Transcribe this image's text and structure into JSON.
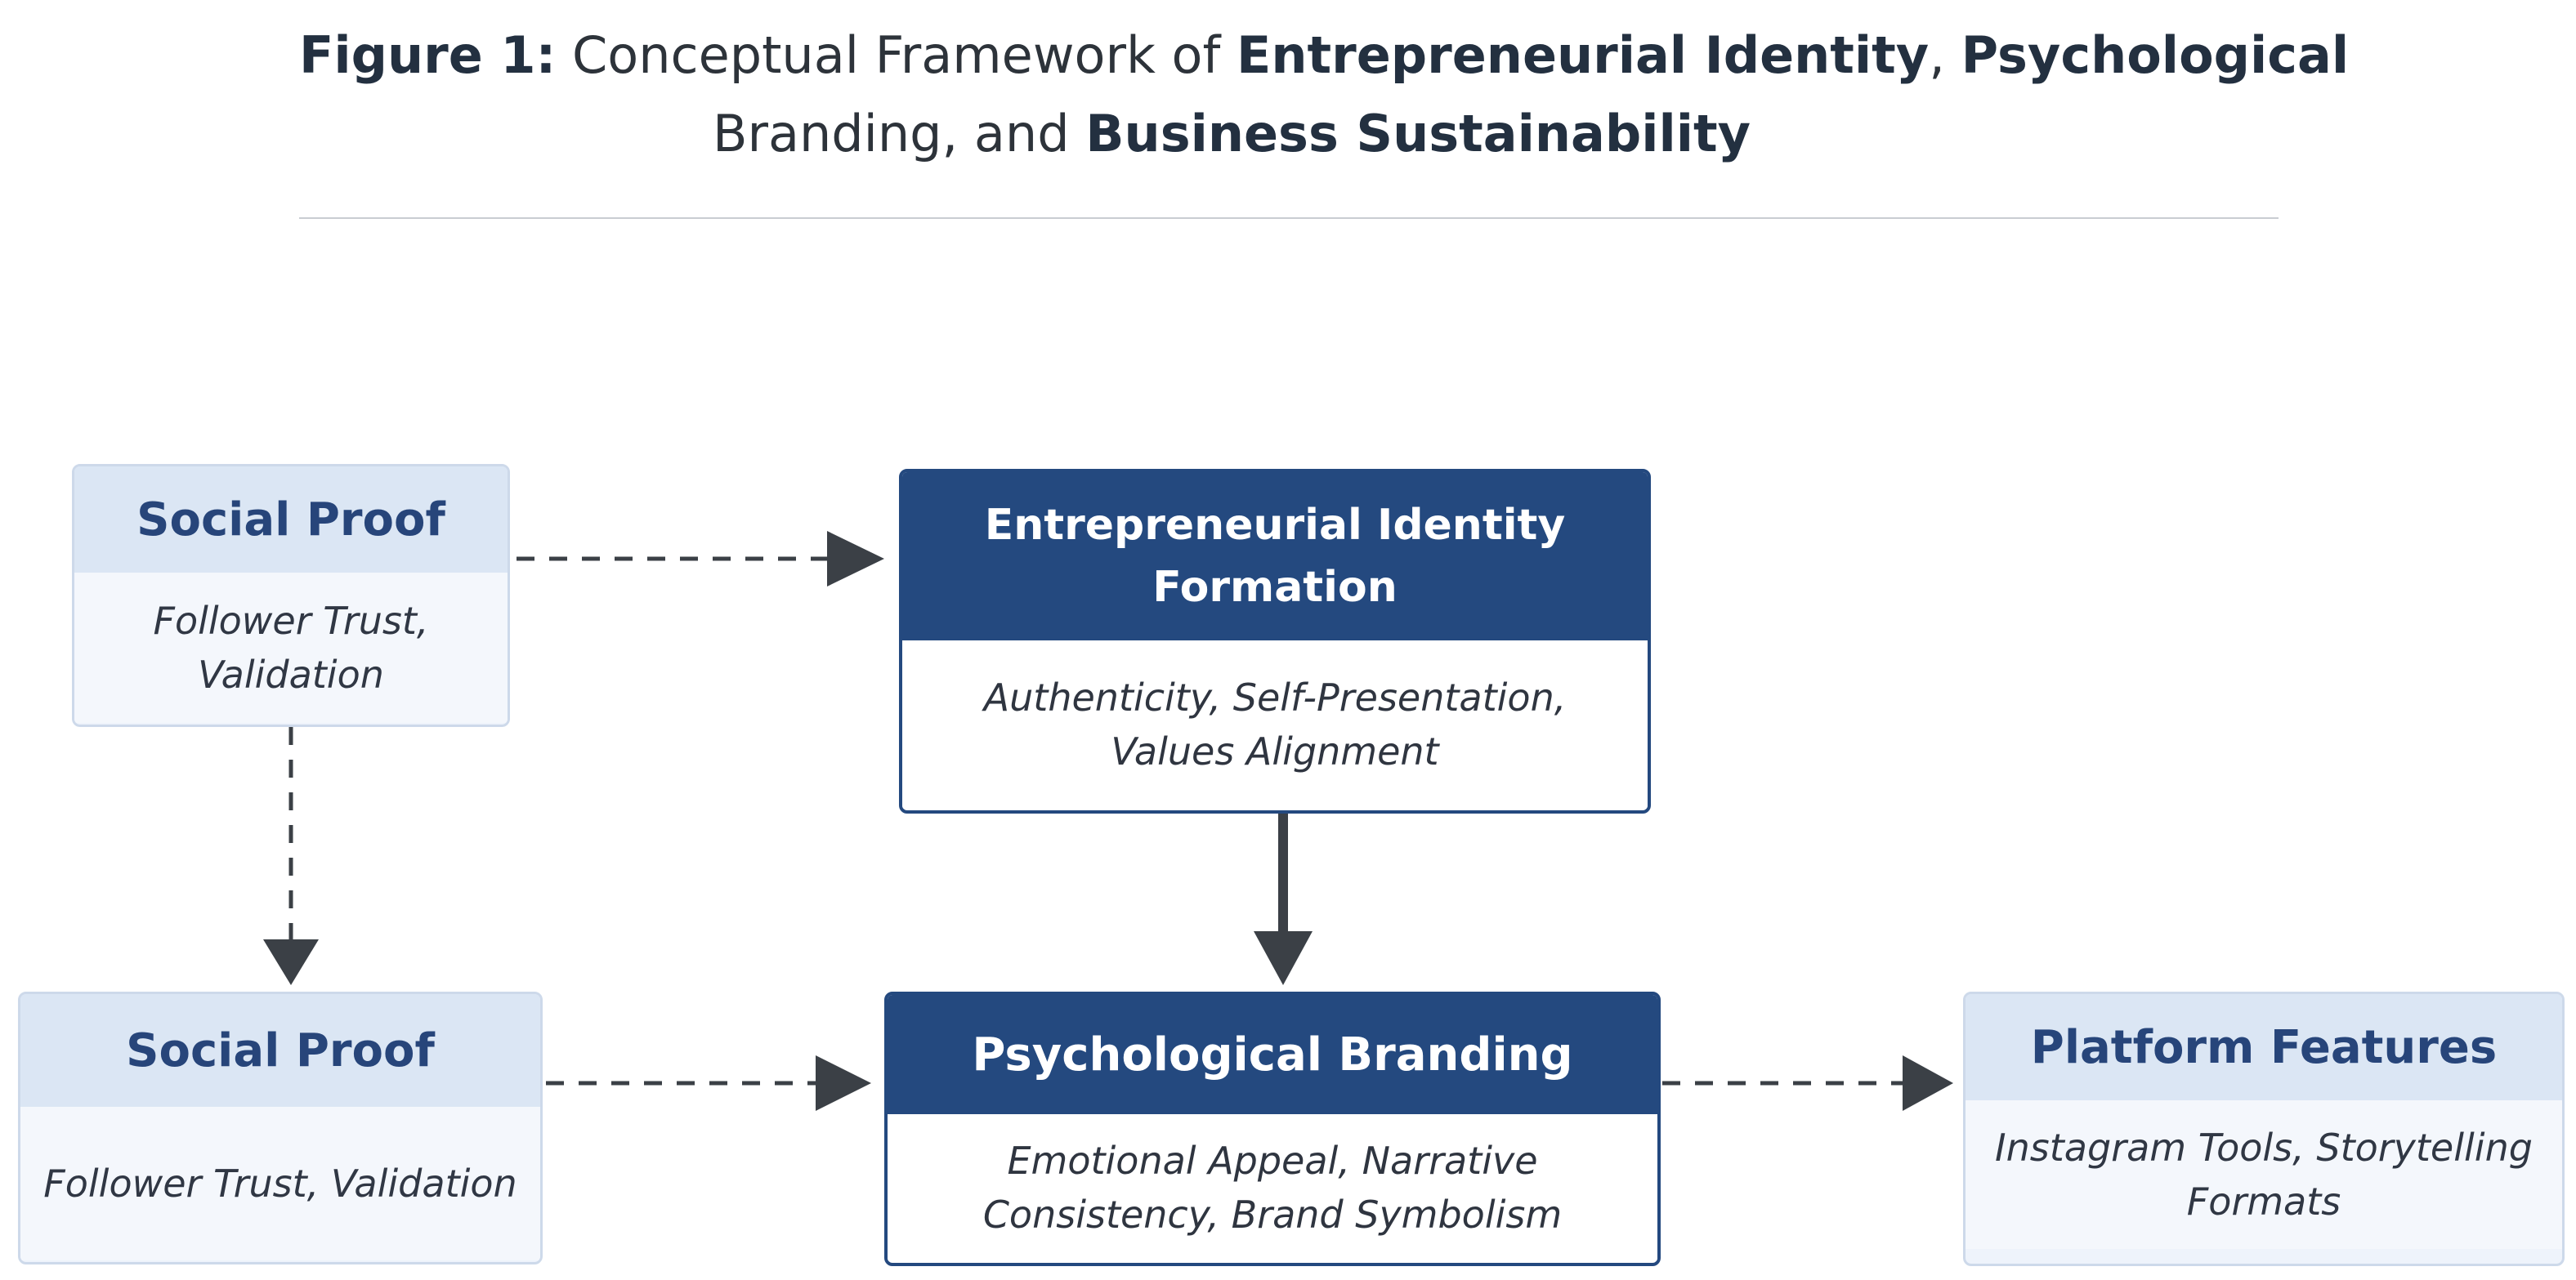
{
  "header": {
    "figure_label": "Figure 1:",
    "title_prefix": "Conceptual Framework of",
    "term_identity": "Entrepreneurial Identity",
    "sep_1": ",",
    "term_psychological": "Psychological",
    "term_branding": "Branding",
    "sep_2": ", and",
    "term_sustainability": "Business Sustainability"
  },
  "nodes": {
    "social_proof_top": {
      "title": "Social Proof",
      "body": "Follower Trust, Validation"
    },
    "entrepreneurial_identity": {
      "title": "Entrepreneurial Identity Formation",
      "body": "Authenticity, Self-Presentation, Values Alignment"
    },
    "social_proof_bottom": {
      "title": "Social Proof",
      "body": "Follower Trust, Validation"
    },
    "psychological_branding": {
      "title": "Psychological Branding",
      "body": "Emotional Appeal, Narrative Consistency, Brand Symbolism"
    },
    "platform_features": {
      "title": "Platform Features",
      "body": "Instagram Tools, Storytelling Formats"
    }
  },
  "edges": [
    {
      "from": "social_proof_top",
      "to": "entrepreneurial_identity",
      "style": "dashed"
    },
    {
      "from": "social_proof_top",
      "to": "social_proof_bottom",
      "style": "dashed"
    },
    {
      "from": "entrepreneurial_identity",
      "to": "psychological_branding",
      "style": "solid"
    },
    {
      "from": "social_proof_bottom",
      "to": "psychological_branding",
      "style": "dashed"
    },
    {
      "from": "psychological_branding",
      "to": "platform_features",
      "style": "dashed"
    }
  ],
  "colors": {
    "primary_navy": "#24497f",
    "light_header": "#dbe6f4",
    "light_body": "#f4f7fc",
    "connector": "#3b4046",
    "rule": "#c9cdd2"
  }
}
